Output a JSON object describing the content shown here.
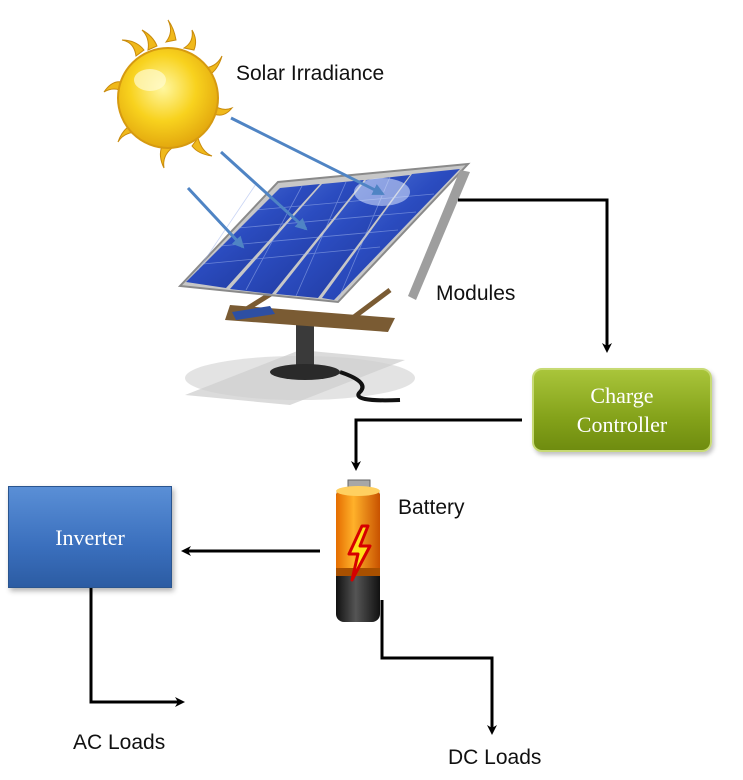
{
  "labels": {
    "solar_irradiance": "Solar Irradiance",
    "modules": "Modules",
    "battery": "Battery",
    "ac_loads": "AC Loads",
    "dc_loads": "DC Loads"
  },
  "boxes": {
    "charge_controller": [
      "Charge",
      "Controller"
    ],
    "inverter": "Inverter"
  },
  "colors": {
    "controller_fill": "#84a21a",
    "inverter_fill": "#3a6fbd",
    "sun_fill": "#f7c51a",
    "panel_cell": "#2a4fb8",
    "ray_arrow": "#4f84c4",
    "connector": "#000000"
  },
  "icons": {
    "sun": "sun-icon",
    "solar_panel": "solar-panel-icon",
    "battery": "battery-icon"
  }
}
